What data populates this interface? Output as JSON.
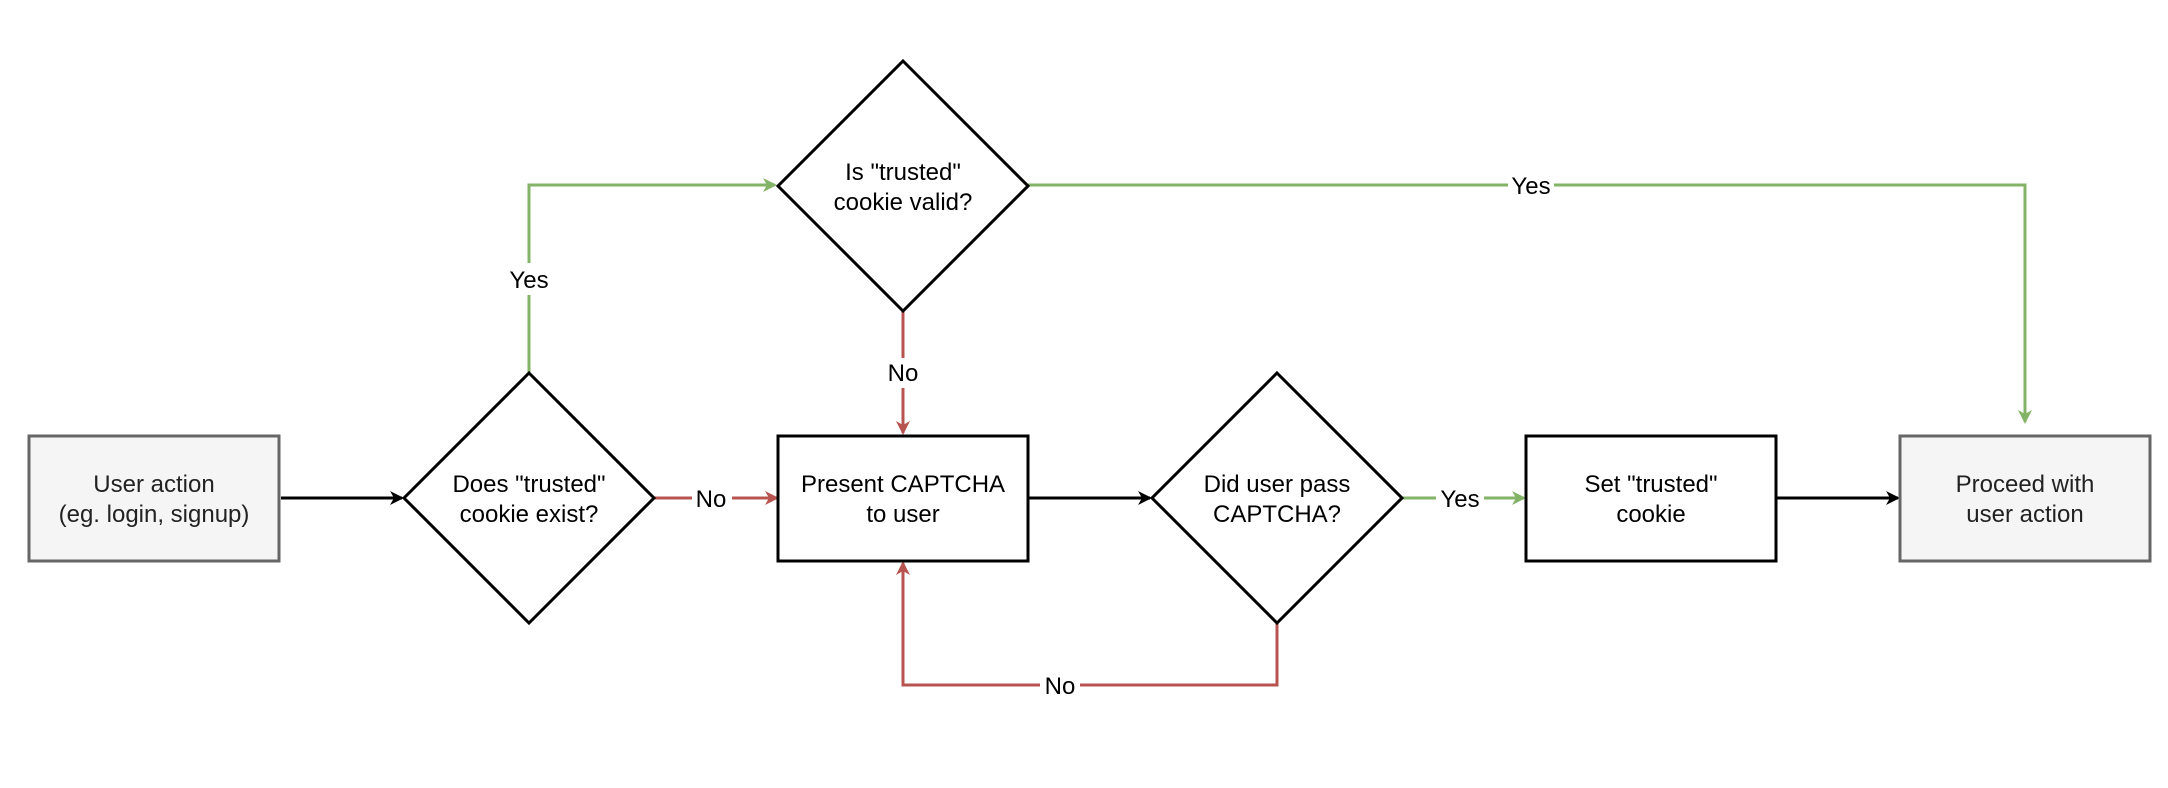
{
  "diagram": {
    "colors": {
      "yes_edge": "#82b366",
      "no_edge": "#b85450",
      "default_edge": "#000000",
      "terminal_fill": "#f5f5f5",
      "terminal_stroke": "#666666",
      "node_stroke": "#000000"
    },
    "nodes": {
      "user_action": {
        "lines": [
          "User action",
          "(eg. login, signup)"
        ]
      },
      "cookie_exists": {
        "lines": [
          "Does \"trusted\"",
          "cookie exist?"
        ]
      },
      "cookie_valid": {
        "lines": [
          "Is \"trusted\"",
          "cookie valid?"
        ]
      },
      "present_captcha": {
        "lines": [
          "Present CAPTCHA",
          "to user"
        ]
      },
      "passed_captcha": {
        "lines": [
          "Did user pass",
          "CAPTCHA?"
        ]
      },
      "set_cookie": {
        "lines": [
          "Set \"trusted\"",
          "cookie"
        ]
      },
      "proceed": {
        "lines": [
          "Proceed with",
          "user action"
        ]
      }
    },
    "edges": {
      "exists_yes": "Yes",
      "exists_no": "No",
      "valid_yes": "Yes",
      "valid_no": "No",
      "passed_yes": "Yes",
      "passed_no": "No"
    }
  }
}
